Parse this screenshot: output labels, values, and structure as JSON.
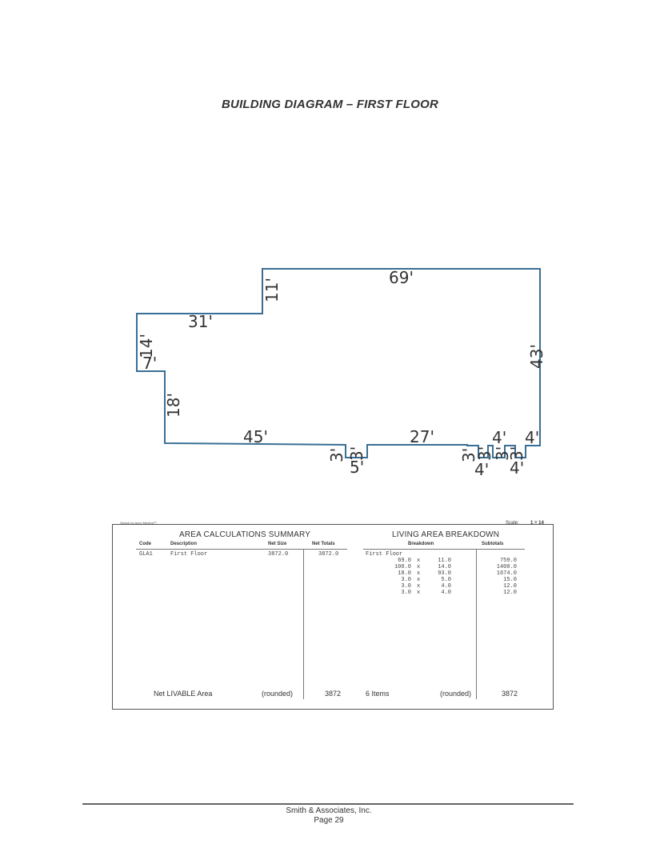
{
  "page": {
    "title": "BUILDING DIAGRAM – FIRST FLOOR"
  },
  "diagram": {
    "outline_color": "#3a6f95",
    "dimensions": {
      "top": "69'",
      "upper_step": "11'",
      "upper_left": "31'",
      "left_upper": "14'",
      "left_notch": "7'",
      "left_lower": "18'",
      "right": "43'",
      "bottom_left": "45'",
      "bottom_mid": "27'",
      "bump1_left": "3'",
      "bump1_right": "3'",
      "bump1_width": "5'",
      "bump2_left": "3'",
      "bump2_right": "3'",
      "bump2_width": "4'",
      "bump3_left": "3'",
      "bump3_right": "3'",
      "bump3_width": "4'",
      "seg_4a": "4'",
      "seg_4b": "4'"
    }
  },
  "summary": {
    "software": "Sketch by Apex Medina™",
    "scale_label": "Scale:",
    "scale_value": "1 = 14",
    "area_calc": {
      "title": "AREA CALCULATIONS SUMMARY",
      "col_code": "Code",
      "col_desc": "Description",
      "col_net_size": "Net Size",
      "col_net_totals": "Net Totals",
      "row": {
        "code": "GLA1",
        "desc": "First Floor",
        "net_size": "3872.0",
        "net_total": "3872.0"
      },
      "footer_label": "Net LIVABLE Area",
      "footer_rounded": "(rounded)",
      "footer_value": "3872"
    },
    "living": {
      "title": "LIVING AREA BREAKDOWN",
      "col_breakdown": "Breakdown",
      "col_subtotals": "Subtotals",
      "group": "First Floor",
      "rows": [
        {
          "a": "69.0",
          "x": "x",
          "b": "11.0",
          "sub": "759.0"
        },
        {
          "a": "100.0",
          "x": "x",
          "b": "14.0",
          "sub": "1400.0"
        },
        {
          "a": "18.0",
          "x": "x",
          "b": "93.0",
          "sub": "1674.0"
        },
        {
          "a": "3.0",
          "x": "x",
          "b": "5.0",
          "sub": "15.0"
        },
        {
          "a": "3.0",
          "x": "x",
          "b": "4.0",
          "sub": "12.0"
        },
        {
          "a": "3.0",
          "x": "x",
          "b": "4.0",
          "sub": "12.0"
        }
      ],
      "footer_items": "6 Items",
      "footer_rounded": "(rounded)",
      "footer_value": "3872"
    }
  },
  "footer": {
    "company": "Smith & Associates, Inc.",
    "page": "Page 29"
  }
}
